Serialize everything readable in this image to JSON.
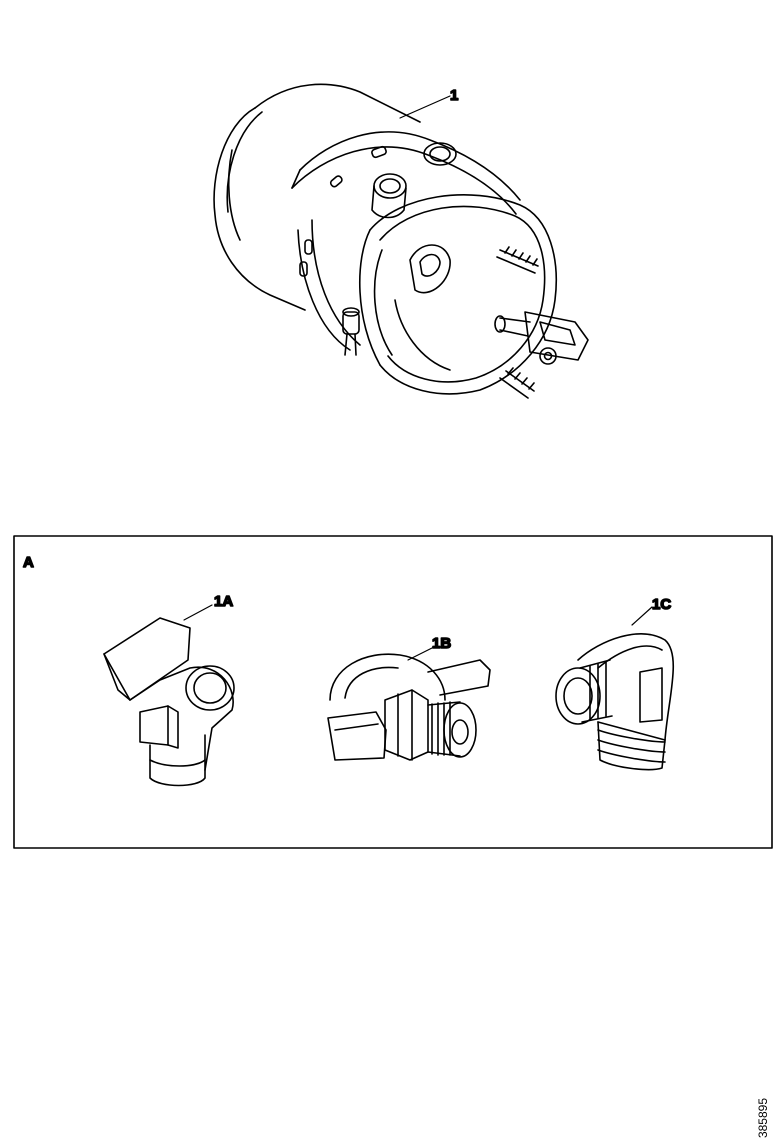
{
  "callouts": {
    "main_part": "1",
    "inset_letter": "A",
    "fitting_a": "1A",
    "fitting_b": "1B",
    "fitting_c": "1C"
  },
  "reference_number": "385895"
}
